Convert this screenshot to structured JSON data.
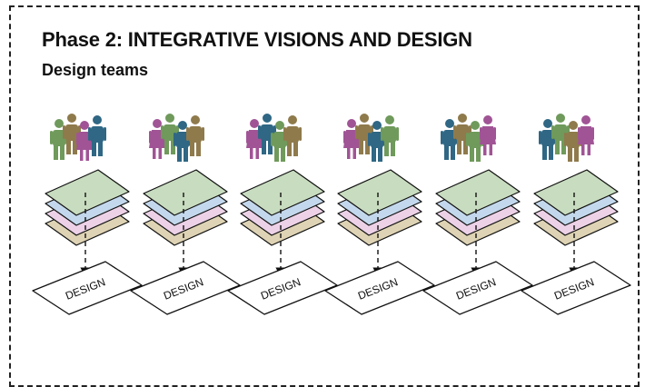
{
  "title": "Phase 2: INTEGRATIVE VISIONS AND DESIGN",
  "subtitle": "Design teams",
  "design_label": "DESIGN",
  "colors": {
    "green": "#6f9a5b",
    "brown": "#8f7a4c",
    "pink": "#a05495",
    "blue": "#2f6784",
    "layer_green": "#c8dcbf",
    "layer_blue": "#c3d8ec",
    "layer_pink": "#ecd1e7",
    "layer_tan": "#ded3b4"
  },
  "teams": [
    {
      "people": [
        "green",
        "brown",
        "pink",
        "blue"
      ]
    },
    {
      "people": [
        "pink",
        "green",
        "blue",
        "brown"
      ]
    },
    {
      "people": [
        "pink",
        "blue",
        "green",
        "brown"
      ]
    },
    {
      "people": [
        "pink",
        "brown",
        "blue",
        "green"
      ]
    },
    {
      "people": [
        "blue",
        "brown",
        "green",
        "pink"
      ]
    },
    {
      "people": [
        "blue",
        "green",
        "brown",
        "pink"
      ]
    }
  ]
}
